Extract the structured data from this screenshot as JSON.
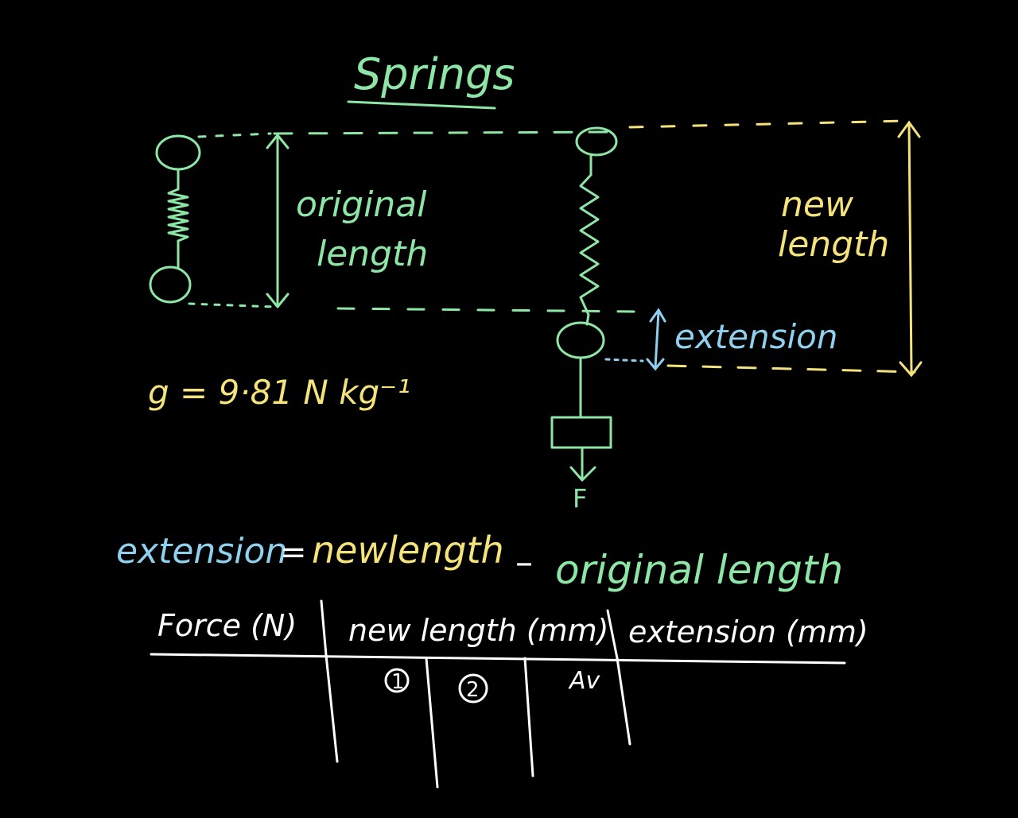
{
  "title": "Springs",
  "labels": {
    "original_line1": "original",
    "original_line2": "length",
    "new_line1": "new",
    "new_line2": "length",
    "extension": "extension",
    "gravity": "g = 9·81 N kg⁻¹",
    "force": "F"
  },
  "equation": {
    "lhs": "extension",
    "eq": "=",
    "term1": "newlength",
    "minus": "–",
    "term2": "original length"
  },
  "table": {
    "headers": [
      "Force (N)",
      "new length (mm)",
      "extension (mm)"
    ],
    "subheaders": [
      "1",
      "2",
      "Av"
    ]
  },
  "colors": {
    "green": "#8ee6a6",
    "yellow": "#f4e27a",
    "blue": "#8fd0ef",
    "white": "#ffffff",
    "background": "#000000"
  }
}
